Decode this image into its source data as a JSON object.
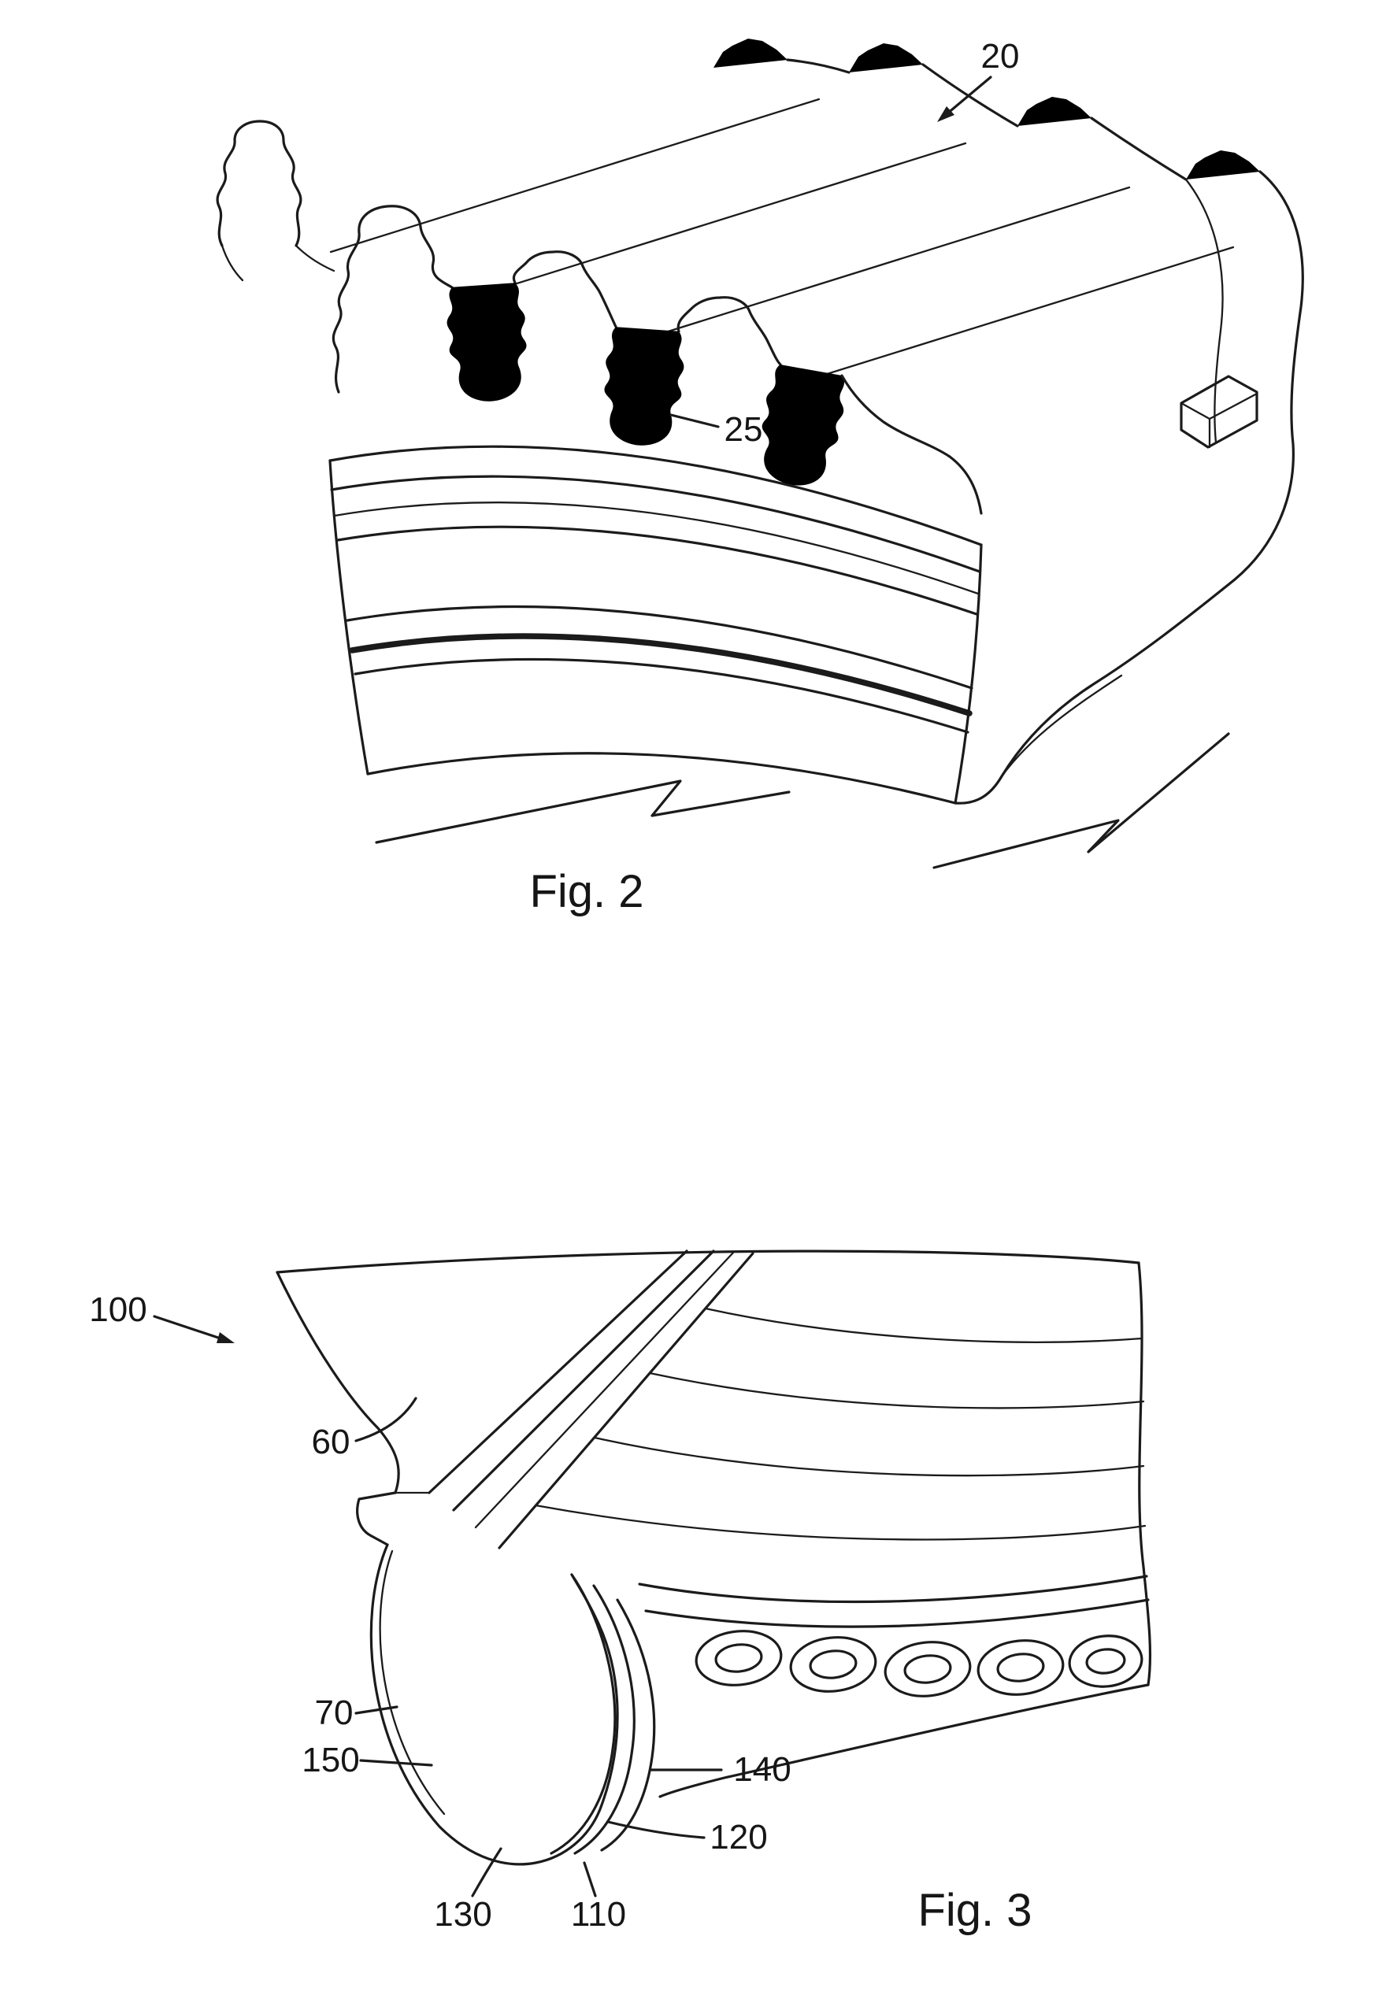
{
  "doc": {
    "background": "#ffffff",
    "ink": "#1b1b1b"
  },
  "fig2": {
    "caption": "Fig. 2",
    "refs": {
      "r20": "20",
      "r25": "25"
    }
  },
  "fig3": {
    "caption": "Fig. 3",
    "refs": {
      "r100": "100",
      "r60": "60",
      "r70": "70",
      "r150": "150",
      "r140": "140",
      "r120": "120",
      "r130": "130",
      "r110": "110"
    }
  }
}
